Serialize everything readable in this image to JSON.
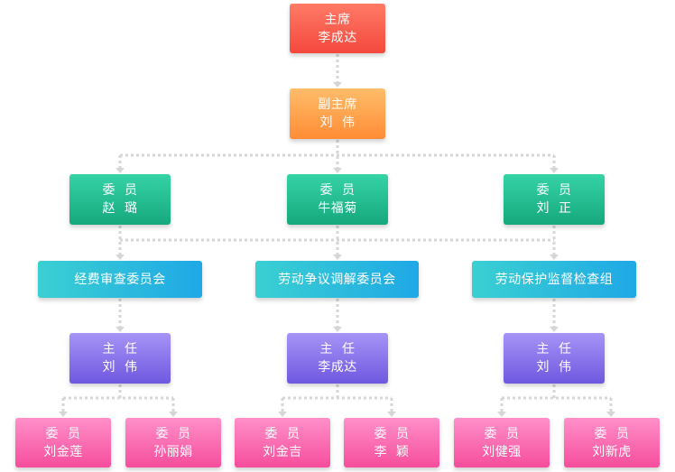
{
  "chairman": {
    "title": "主席",
    "name": "李成达"
  },
  "vice_chairman": {
    "title": "副主席",
    "name": "刘  伟"
  },
  "members": [
    {
      "title": "委  员",
      "name": "赵  璐"
    },
    {
      "title": "委  员",
      "name": "牛福菊"
    },
    {
      "title": "委  员",
      "name": "刘  正"
    }
  ],
  "committees": [
    {
      "label": "经费审查委员会"
    },
    {
      "label": "劳动争议调解委员会"
    },
    {
      "label": "劳动保护监督检查组"
    }
  ],
  "directors": [
    {
      "title": "主  任",
      "name": "刘  伟"
    },
    {
      "title": "主  任",
      "name": "李成达"
    },
    {
      "title": "主  任",
      "name": "刘  伟"
    }
  ],
  "committee_members": [
    {
      "title": "委  员",
      "name": "刘金莲"
    },
    {
      "title": "委  员",
      "name": "孙丽娟"
    },
    {
      "title": "委  员",
      "name": "刘金吉"
    },
    {
      "title": "委  员",
      "name": "李  颖"
    },
    {
      "title": "委  员",
      "name": "刘健强"
    },
    {
      "title": "委  员",
      "name": "刘新虎"
    }
  ],
  "colors": {
    "connector": "#d6d6d6",
    "chairman": "#f4483d",
    "vice_chairman": "#ff8c35",
    "member": "#16a87d",
    "committee": "#1fa8e6",
    "director": "#6f58e0",
    "committee_member": "#f64d9c"
  }
}
